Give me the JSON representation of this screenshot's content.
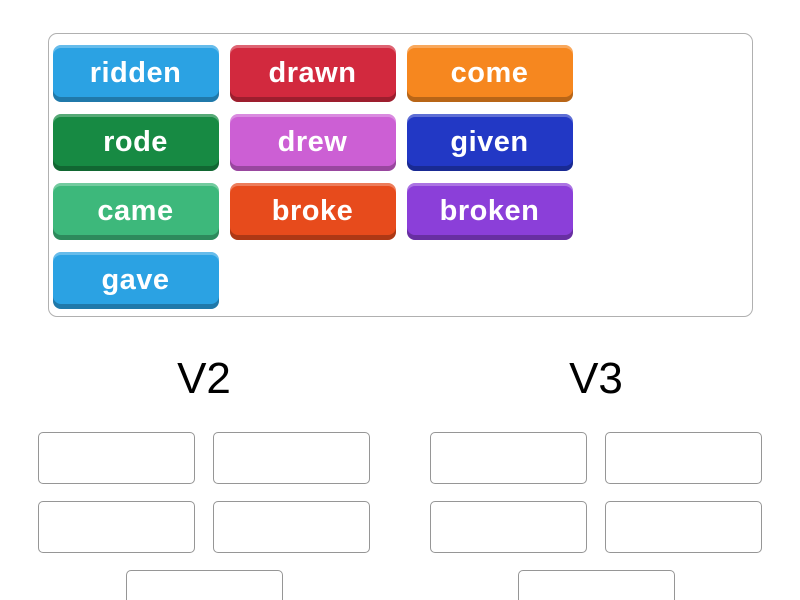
{
  "pool": {
    "tiles": [
      {
        "word": "ridden",
        "color": "#2BA2E3"
      },
      {
        "word": "drawn",
        "color": "#D2293E"
      },
      {
        "word": "come",
        "color": "#F6871F"
      },
      {
        "word": "rode",
        "color": "#178A43"
      },
      {
        "word": "drew",
        "color": "#CC5FD4"
      },
      {
        "word": "given",
        "color": "#2238C5"
      },
      {
        "word": "came",
        "color": "#3DB87B"
      },
      {
        "word": "broke",
        "color": "#E74B1C"
      },
      {
        "word": "broken",
        "color": "#8B3FD9"
      },
      {
        "word": "gave",
        "color": "#2BA2E3"
      }
    ]
  },
  "groups": [
    {
      "label": "V2",
      "slot_count": 5
    },
    {
      "label": "V3",
      "slot_count": 5
    }
  ],
  "colors": {
    "background": "#FFFFFF",
    "pool_border": "#B0B0B0",
    "slot_border": "#969696",
    "title_text": "#000000",
    "tile_text": "#FFFFFF"
  }
}
